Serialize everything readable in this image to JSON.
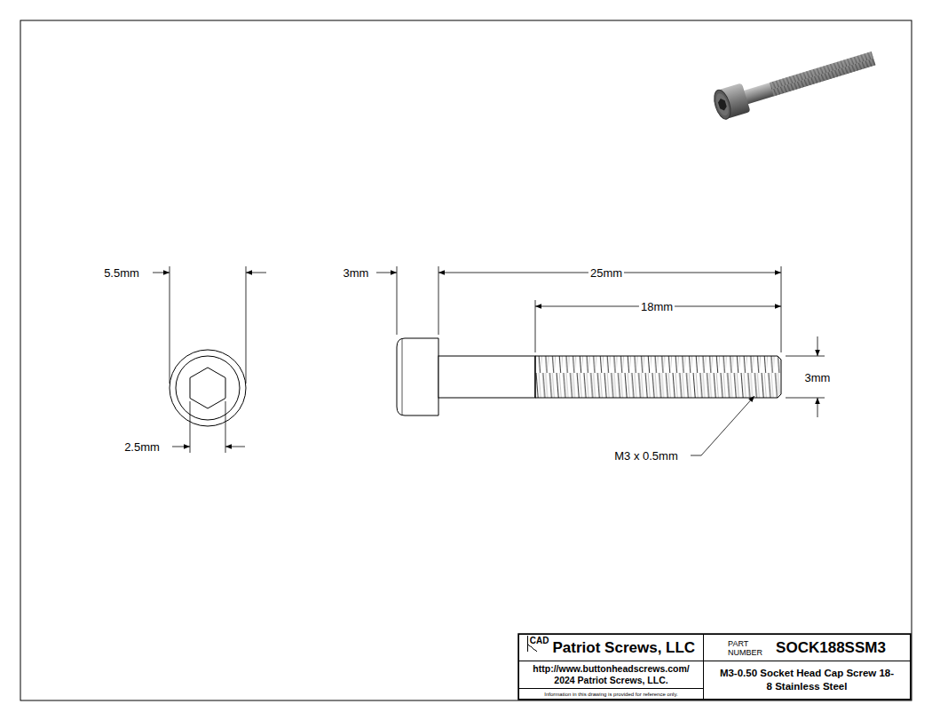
{
  "diagram": {
    "nodes": [
      {
        "text": [
          "CAD",
          "Patriot Screws, LLC"
        ]
      },
      {
        "text": [
          "PART NUMBER",
          "SOCK188SSM3"
        ]
      },
      {
        "text": [
          "http://www.buttonheadscrews.com/ 2024 Patriot Screws, LLC."
        ]
      },
      {
        "text": [
          "M3-0.50 Socket Head Cap Screw 18-8 Stainless Steel"
        ]
      },
      {
        "text": [
          "Information in this drawing is provided for reference only."
        ]
      }
    ],
    "labels": [
      "5.5mm",
      "2.5mm",
      "3mm",
      "25mm",
      "18mm",
      "3mm",
      "M3 x 0.5mm"
    ]
  }
}
